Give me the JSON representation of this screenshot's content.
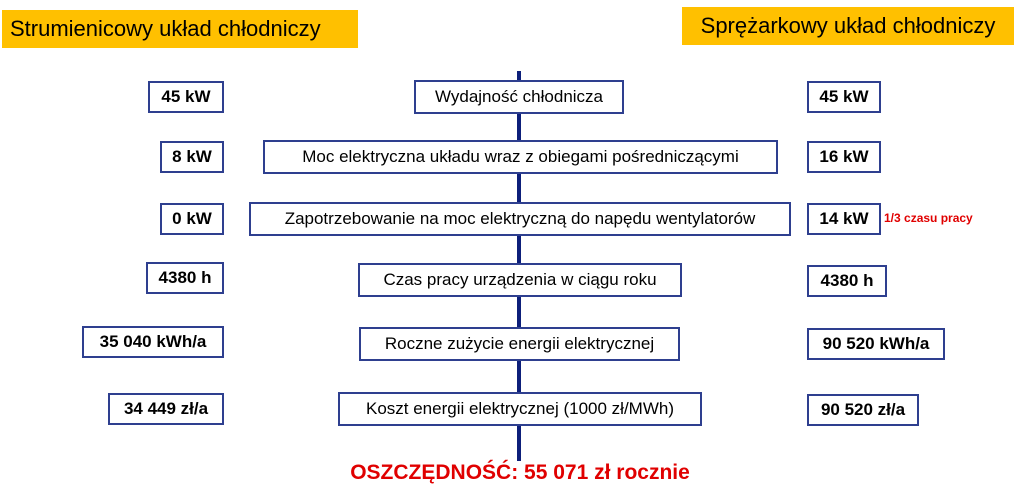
{
  "headers": {
    "left": "Strumienicowy układ chłodniczy",
    "right": "Sprężarkowy układ chłodniczy"
  },
  "rows": [
    {
      "label": "Wydajność chłodnicza",
      "left_value": "45 kW",
      "right_value": "45 kW"
    },
    {
      "label": "Moc elektryczna układu wraz z obiegami pośredniczącymi",
      "left_value": "8 kW",
      "right_value": "16 kW"
    },
    {
      "label": "Zapotrzebowanie na moc elektryczną do napędu wentylatorów",
      "left_value": "0 kW",
      "right_value": "14 kW",
      "right_note": "1/3 czasu pracy"
    },
    {
      "label": "Czas pracy urządzenia w ciągu roku",
      "left_value": "4380 h",
      "right_value": "4380 h"
    },
    {
      "label": "Roczne zużycie energii elektrycznej",
      "left_value": "35 040 kWh/a",
      "right_value": "90 520 kWh/a"
    },
    {
      "label": "Koszt energii elektrycznej (1000 zł/MWh)",
      "left_value": "34 449 zł/a",
      "right_value": "90 520 zł/a"
    }
  ],
  "savings": "OSZCZĘDNOŚĆ:  55 071 zł rocznie",
  "colors": {
    "header_bg": "#ffc000",
    "box_border": "#2e3f8f",
    "axis": "#0d1f7a",
    "accent_red": "#e00000"
  }
}
